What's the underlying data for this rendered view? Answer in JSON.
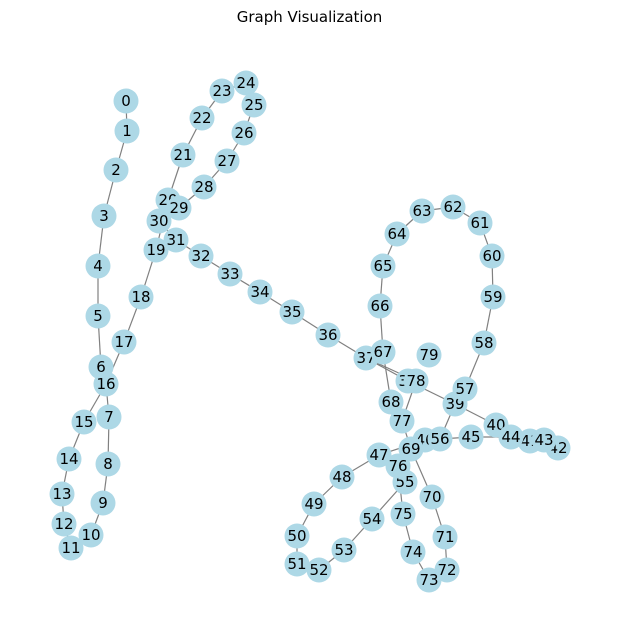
{
  "title": "Graph Visualization",
  "style": {
    "node_color": "#add8e6",
    "edge_color": "#808080",
    "label_color": "#000000"
  },
  "nodes": [
    "0",
    "1",
    "2",
    "3",
    "4",
    "5",
    "6",
    "7",
    "8",
    "9",
    "10",
    "11",
    "12",
    "13",
    "14",
    "15",
    "16",
    "17",
    "18",
    "19",
    "20",
    "21",
    "22",
    "23",
    "24",
    "25",
    "26",
    "27",
    "28",
    "29",
    "30",
    "31",
    "32",
    "33",
    "34",
    "35",
    "36",
    "37",
    "38",
    "39",
    "40",
    "41",
    "42",
    "43",
    "44",
    "45",
    "46",
    "47",
    "48",
    "49",
    "50",
    "51",
    "52",
    "53",
    "54",
    "55",
    "56",
    "57",
    "58",
    "59",
    "60",
    "61",
    "62",
    "63",
    "64",
    "65",
    "66",
    "67",
    "68",
    "69",
    "70",
    "71",
    "72",
    "73",
    "74",
    "75",
    "76",
    "77",
    "78",
    "79"
  ],
  "edges": [
    [
      "0",
      "1"
    ],
    [
      "1",
      "2"
    ],
    [
      "2",
      "3"
    ],
    [
      "3",
      "4"
    ],
    [
      "4",
      "5"
    ],
    [
      "5",
      "6"
    ],
    [
      "6",
      "16"
    ],
    [
      "16",
      "15"
    ],
    [
      "15",
      "14"
    ],
    [
      "14",
      "13"
    ],
    [
      "13",
      "12"
    ],
    [
      "12",
      "11"
    ],
    [
      "16",
      "7"
    ],
    [
      "7",
      "8"
    ],
    [
      "8",
      "9"
    ],
    [
      "9",
      "10"
    ],
    [
      "16",
      "17"
    ],
    [
      "17",
      "18"
    ],
    [
      "18",
      "19"
    ],
    [
      "19",
      "20"
    ],
    [
      "20",
      "21"
    ],
    [
      "21",
      "22"
    ],
    [
      "22",
      "23"
    ],
    [
      "23",
      "24"
    ],
    [
      "24",
      "25"
    ],
    [
      "25",
      "26"
    ],
    [
      "26",
      "27"
    ],
    [
      "27",
      "28"
    ],
    [
      "28",
      "29"
    ],
    [
      "29",
      "30"
    ],
    [
      "30",
      "31"
    ],
    [
      "31",
      "32"
    ],
    [
      "32",
      "33"
    ],
    [
      "33",
      "34"
    ],
    [
      "34",
      "35"
    ],
    [
      "35",
      "36"
    ],
    [
      "36",
      "37"
    ],
    [
      "37",
      "38"
    ],
    [
      "38",
      "39"
    ],
    [
      "39",
      "40"
    ],
    [
      "40",
      "41"
    ],
    [
      "41",
      "42"
    ],
    [
      "40",
      "43"
    ],
    [
      "40",
      "44"
    ],
    [
      "39",
      "57"
    ],
    [
      "57",
      "58"
    ],
    [
      "58",
      "59"
    ],
    [
      "59",
      "60"
    ],
    [
      "60",
      "61"
    ],
    [
      "61",
      "62"
    ],
    [
      "62",
      "63"
    ],
    [
      "63",
      "64"
    ],
    [
      "64",
      "65"
    ],
    [
      "65",
      "66"
    ],
    [
      "66",
      "67"
    ],
    [
      "67",
      "68"
    ],
    [
      "68",
      "77"
    ],
    [
      "77",
      "78"
    ],
    [
      "77",
      "69"
    ],
    [
      "69",
      "70"
    ],
    [
      "70",
      "71"
    ],
    [
      "71",
      "72"
    ],
    [
      "72",
      "73"
    ],
    [
      "73",
      "74"
    ],
    [
      "74",
      "75"
    ],
    [
      "75",
      "76"
    ],
    [
      "37",
      "78"
    ],
    [
      "39",
      "56"
    ],
    [
      "56",
      "45"
    ],
    [
      "45",
      "44"
    ],
    [
      "56",
      "46"
    ],
    [
      "46",
      "47"
    ],
    [
      "47",
      "48"
    ],
    [
      "48",
      "49"
    ],
    [
      "49",
      "50"
    ],
    [
      "50",
      "51"
    ],
    [
      "51",
      "52"
    ],
    [
      "52",
      "53"
    ],
    [
      "53",
      "54"
    ],
    [
      "54",
      "55"
    ],
    [
      "55",
      "76"
    ],
    [
      "76",
      "47"
    ],
    [
      "76",
      "69"
    ]
  ]
}
